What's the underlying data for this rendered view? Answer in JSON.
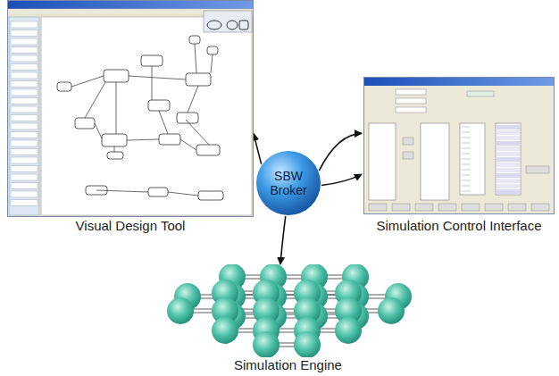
{
  "diagram": {
    "nodes": [
      {
        "text": [
          "Visual Design Tool"
        ]
      },
      {
        "text": [
          "SBW Broker"
        ]
      },
      {
        "text": [
          "Simulation Control Interface"
        ]
      },
      {
        "text": [
          "Simulation Engine"
        ]
      }
    ],
    "edges": [
      {
        "from": 1,
        "to": 0,
        "arrow": "to"
      },
      {
        "from": 1,
        "to": 2,
        "arrow": "to"
      },
      {
        "from": 1,
        "to": 2,
        "arrow": "to"
      },
      {
        "from": 1,
        "to": 3,
        "arrow": "to"
      }
    ]
  }
}
